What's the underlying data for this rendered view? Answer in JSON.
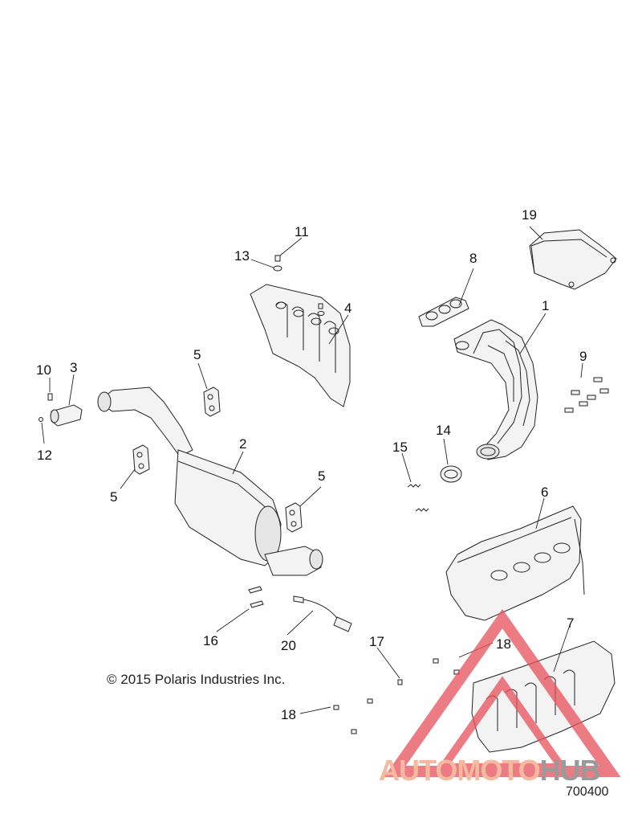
{
  "callouts": {
    "c1": "1",
    "c2": "2",
    "c3": "3",
    "c4": "4",
    "c5a": "5",
    "c5b": "5",
    "c5c": "5",
    "c6": "6",
    "c7": "7",
    "c8": "8",
    "c9": "9",
    "c10": "10",
    "c11": "11",
    "c12": "12",
    "c13": "13",
    "c14": "14",
    "c15": "15",
    "c16": "16",
    "c17": "17",
    "c18a": "18",
    "c18b": "18",
    "c19": "19",
    "c20": "20"
  },
  "copyright": "© 2015 Polaris Industries Inc.",
  "figure_number": "700400",
  "watermark": {
    "part1": "AUTOMOTO",
    "part2": "HUB"
  },
  "colors": {
    "line": "#222222",
    "watermark_red": "#e8505b",
    "watermark_orange": "#f5b9a0",
    "watermark_gray": "#9a9a9a"
  }
}
